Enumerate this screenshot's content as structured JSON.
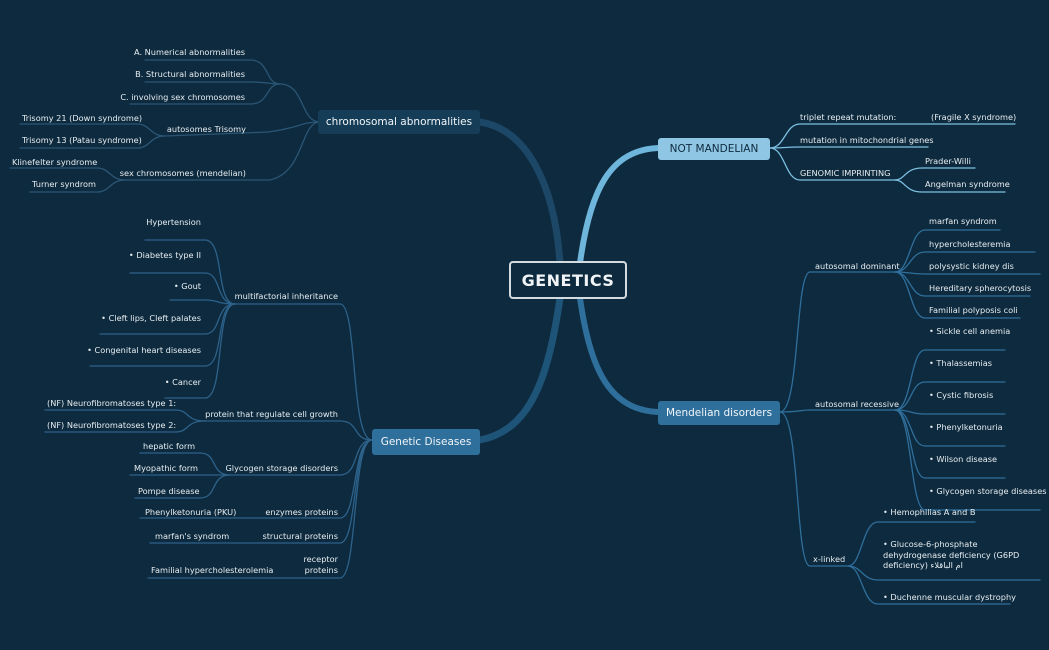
{
  "central": "GENETICS",
  "branches": {
    "chromosomal": {
      "title": "chromosomal abnormalities",
      "items": {
        "numerical": "A.   Numerical abnormalities",
        "structural": "B.   Structural abnormalities",
        "sex": "C.   involving sex chromosomes",
        "trisomy": "autosomes Trisomy",
        "trisomy21": "Trisomy 21 (Down syndrome)",
        "trisomy13": "Trisomy 13 (Patau syndrome)",
        "sexmendel": "sex chromosomes (mendelian)",
        "klinefelter": "Klinefelter syndrome",
        "turner": "Turner syndrom"
      }
    },
    "not_mendelian": {
      "title": "NOT MANDELIAN",
      "items": {
        "triplet": "triplet repeat mutation:",
        "fragile": "(Fragile X syndrome)",
        "mito": "mutation in mitochondrial genes",
        "imprinting": "GENOMIC IMPRINTING",
        "prader": "Prader-Willi",
        "angelman": "Angelman syndrome"
      }
    },
    "genetic_diseases": {
      "title": "Genetic Diseases",
      "items": {
        "multifactorial": "multifactorial inheritance",
        "hypertension": "Hypertension",
        "diabetes": "• Diabetes type II",
        "gout": "• Gout",
        "cleft": "• Cleft lips, Cleft palates",
        "congenital": "• Congenital heart diseases",
        "cancer": "• Cancer",
        "growth": "protein that regulate cell growth",
        "nf1": "(NF) Neurofibromatoses type 1:",
        "nf2": "(NF) Neurofibromatoses type 2:",
        "glycogen": "Glycogen storage disorders",
        "hepatic": "hepatic form",
        "myopathic": "Myopathic form",
        "pompe": "Pompe disease",
        "enzymes": "enzymes proteins",
        "pku": "Phenylketonuria (PKU)",
        "structural": "structural proteins",
        "marfan": "marfan's syndrom",
        "receptor": "receptor proteins",
        "familial": "Familial hypercholesterolemia"
      }
    },
    "mendelian": {
      "title": "Mendelian disorders",
      "items": {
        "dominant": "autosomal dominant",
        "marfan": "marfan syndrom",
        "hyperchol": "hypercholesteremia",
        "polycystic": "polysystic kidney dis",
        "spherocytosis": "Hereditary spherocytosis",
        "polyposis": "Familial polyposis coli",
        "recessive": "autosomal recessive",
        "sickle": "• Sickle cell anemia",
        "thalassemias": "• Thalassemias",
        "cystic": "• Cystic fibrosis",
        "pku": "• Phenylketonuria",
        "wilson": "• Wilson disease",
        "glycogen": "• Glycogen storage diseases",
        "xlinked": "x-linked",
        "hemophilia": "• Hemophilias A and B",
        "g6pd": "• Glucose-6-phosphate dehydrogenase deficiency (G6PD deficiency) ام الباقلاء",
        "duchenne": "• Duchenne muscular dystrophy"
      }
    }
  },
  "colors": {
    "background": "#0e2a3e",
    "branch_dark": "#163d58",
    "branch_blue": "#2f6f9c",
    "branch_light": "#8fc6e3",
    "line_dark": "#1f4d6e",
    "line_mid": "#3a7fae",
    "line_light": "#7cc0e2"
  }
}
